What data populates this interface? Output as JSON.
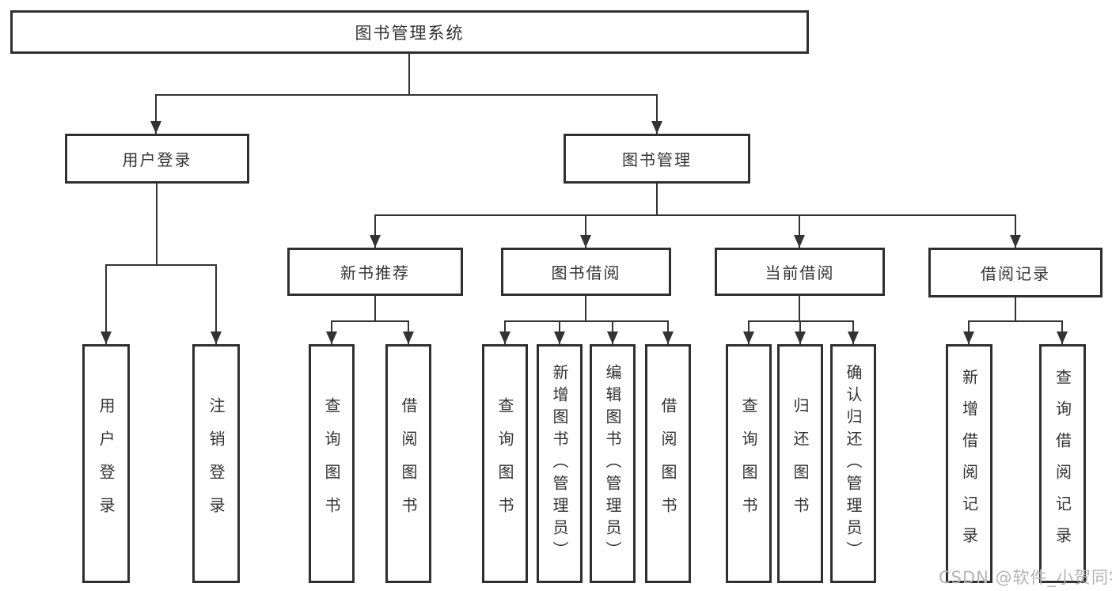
{
  "style": {
    "background": "#ffffff",
    "border": "#2f2f2f",
    "line": "#333333",
    "text": "#333333",
    "watermark": "#b4b4b4"
  },
  "watermark": {
    "text": "CSDN @软件_小贺同学"
  },
  "tree": {
    "label": "图书管理系统",
    "children": [
      {
        "label": "用户登录",
        "children": [
          {
            "label": "用户登录"
          },
          {
            "label": "注销登录"
          }
        ]
      },
      {
        "label": "图书管理",
        "children": [
          {
            "label": "新书推荐",
            "children": [
              {
                "label": "查询图书"
              },
              {
                "label": "借阅图书"
              }
            ]
          },
          {
            "label": "图书借阅",
            "children": [
              {
                "label": "查询图书"
              },
              {
                "label": "新增图书（管理员）"
              },
              {
                "label": "编辑图书（管理员）"
              },
              {
                "label": "借阅图书"
              }
            ]
          },
          {
            "label": "当前借阅",
            "children": [
              {
                "label": "查询图书"
              },
              {
                "label": "归还图书"
              },
              {
                "label": "确认归还（管理员）"
              }
            ]
          },
          {
            "label": "借阅记录",
            "children": [
              {
                "label": "新增借阅记录"
              },
              {
                "label": "查询借阅记录"
              }
            ]
          }
        ]
      }
    ]
  }
}
